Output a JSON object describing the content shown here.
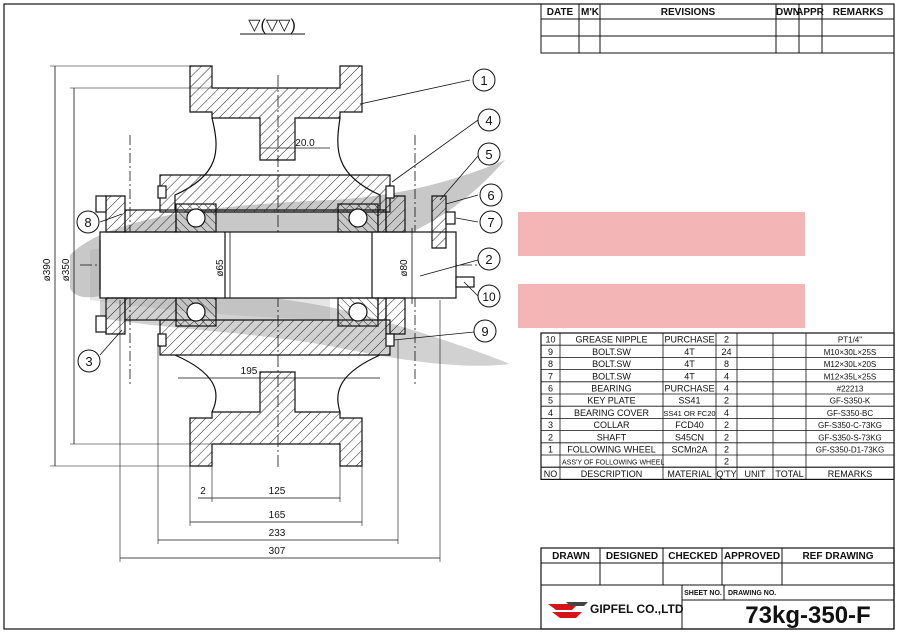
{
  "revisions": {
    "headers": [
      "DATE",
      "M'K",
      "REVISIONS",
      "DWN",
      "APPR",
      "REMARKS"
    ]
  },
  "surface_symbol": "▽(▽▽)",
  "callouts": [
    "1",
    "4",
    "5",
    "6",
    "7",
    "2",
    "10",
    "9",
    "8",
    "3"
  ],
  "dimensions": {
    "d390": "ø390",
    "d350": "ø350",
    "d65": "ø65",
    "d80": "ø80",
    "web": "20.0",
    "d195": "195",
    "d2": "2",
    "d125": "125",
    "d165": "165",
    "d233": "233",
    "d307": "307"
  },
  "parts_list": {
    "rows": [
      {
        "no": "10",
        "desc": "GREASE NIPPLE",
        "material": "PURCHASE",
        "qty": "2",
        "unit": "",
        "total": "",
        "remarks": "PT1/4\""
      },
      {
        "no": "9",
        "desc": "BOLT.SW",
        "material": "4T",
        "qty": "24",
        "unit": "",
        "total": "",
        "remarks": "M10×30L×25S"
      },
      {
        "no": "8",
        "desc": "BOLT.SW",
        "material": "4T",
        "qty": "8",
        "unit": "",
        "total": "",
        "remarks": "M12×30L×20S"
      },
      {
        "no": "7",
        "desc": "BOLT.SW",
        "material": "4T",
        "qty": "4",
        "unit": "",
        "total": "",
        "remarks": "M12×35L×25S"
      },
      {
        "no": "6",
        "desc": "BEARING",
        "material": "PURCHASE",
        "qty": "4",
        "unit": "",
        "total": "",
        "remarks": "#22213"
      },
      {
        "no": "5",
        "desc": "KEY PLATE",
        "material": "SS41",
        "qty": "2",
        "unit": "",
        "total": "",
        "remarks": "GF-S350-K"
      },
      {
        "no": "4",
        "desc": "BEARING COVER",
        "material": "SS41 OR FC20",
        "qty": "4",
        "unit": "",
        "total": "",
        "remarks": "GF-S350-BC"
      },
      {
        "no": "3",
        "desc": "COLLAR",
        "material": "FCD40",
        "qty": "2",
        "unit": "",
        "total": "",
        "remarks": "GF-S350-C-73KG"
      },
      {
        "no": "2",
        "desc": "SHAFT",
        "material": "S45CN",
        "qty": "2",
        "unit": "",
        "total": "",
        "remarks": "GF-S350-S-73KG"
      },
      {
        "no": "1",
        "desc": "FOLLOWING WHEEL",
        "material": "SCMn2A",
        "qty": "2",
        "unit": "",
        "total": "",
        "remarks": "GF-S350-D1-73KG"
      },
      {
        "no": "",
        "desc": "ASS'Y OF FOLLOWING WHEEL",
        "material": "",
        "qty": "2",
        "unit": "",
        "total": "",
        "remarks": ""
      }
    ],
    "headers": [
      "NO",
      "DESCRIPTION",
      "MATERIAL",
      "Q'TY",
      "UNIT",
      "TOTAL",
      "REMARKS"
    ]
  },
  "title_block": {
    "headers": [
      "DRAWN",
      "DESIGNED",
      "CHECKED",
      "APPROVED",
      "REF DRAWING"
    ],
    "sheet_no_label": "SHEET NO.",
    "drawing_no_label": "DRAWING NO.",
    "company": "GIPFEL CO.,LTD",
    "drawing_no": "73kg-350-F",
    "colors": {
      "logo_red": "#d4161b",
      "logo_grey": "#444444"
    }
  },
  "watermark": {
    "colors": {
      "grey": "#9a9a9a",
      "pink": "#f3b5b5"
    }
  }
}
